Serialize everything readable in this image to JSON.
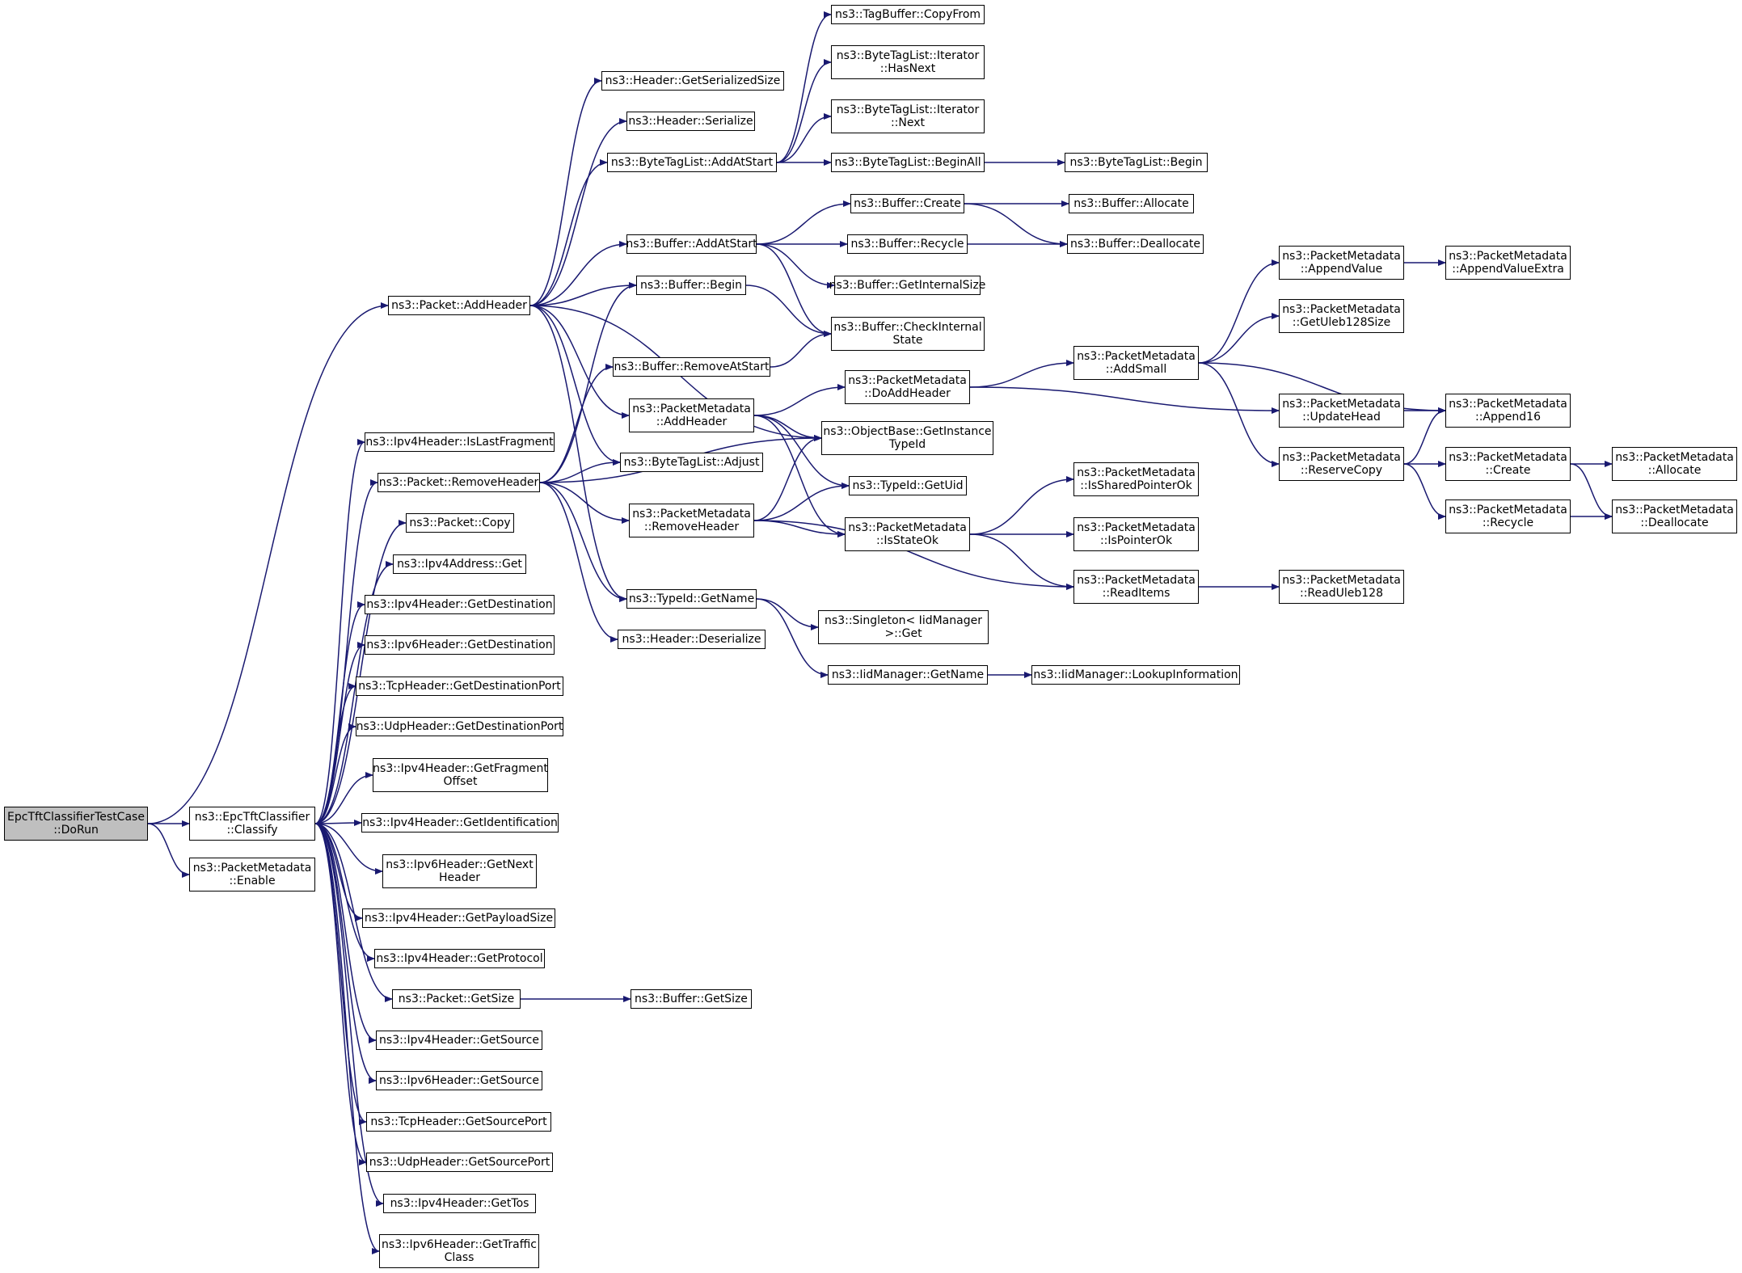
{
  "colors": {
    "edge": "#191970",
    "node_border": "#000000",
    "root_fill": "#bfbfbf",
    "node_fill": "#ffffff"
  },
  "nodes": [
    {
      "id": "dorun",
      "lines": [
        "EpcTftClassifierTestCase",
        "::DoRun"
      ],
      "root": true
    },
    {
      "id": "classify",
      "lines": [
        "ns3::EpcTftClassifier",
        "::Classify"
      ]
    },
    {
      "id": "pm_enable",
      "lines": [
        "ns3::PacketMetadata",
        "::Enable"
      ]
    },
    {
      "id": "addheader",
      "lines": [
        "ns3::Packet::AddHeader"
      ]
    },
    {
      "id": "removeheader",
      "lines": [
        "ns3::Packet::RemoveHeader"
      ]
    },
    {
      "id": "islastfrag",
      "lines": [
        "ns3::Ipv4Header::IsLastFragment"
      ]
    },
    {
      "id": "copy",
      "lines": [
        "ns3::Packet::Copy"
      ]
    },
    {
      "id": "ipv4addr_get",
      "lines": [
        "ns3::Ipv4Address::Get"
      ]
    },
    {
      "id": "ipv4_getdest",
      "lines": [
        "ns3::Ipv4Header::GetDestination"
      ]
    },
    {
      "id": "ipv6_getdest",
      "lines": [
        "ns3::Ipv6Header::GetDestination"
      ]
    },
    {
      "id": "tcp_getdestport",
      "lines": [
        "ns3::TcpHeader::GetDestinationPort"
      ]
    },
    {
      "id": "udp_getdestport",
      "lines": [
        "ns3::UdpHeader::GetDestinationPort"
      ]
    },
    {
      "id": "ipv4_getfragoff",
      "lines": [
        "ns3::Ipv4Header::GetFragment",
        "Offset"
      ]
    },
    {
      "id": "ipv4_getident",
      "lines": [
        "ns3::Ipv4Header::GetIdentification"
      ]
    },
    {
      "id": "ipv6_getnexthdr",
      "lines": [
        "ns3::Ipv6Header::GetNext",
        "Header"
      ]
    },
    {
      "id": "ipv4_getpayload",
      "lines": [
        "ns3::Ipv4Header::GetPayloadSize"
      ]
    },
    {
      "id": "ipv4_getproto",
      "lines": [
        "ns3::Ipv4Header::GetProtocol"
      ]
    },
    {
      "id": "packet_getsize",
      "lines": [
        "ns3::Packet::GetSize"
      ]
    },
    {
      "id": "buffer_getsize",
      "lines": [
        "ns3::Buffer::GetSize"
      ]
    },
    {
      "id": "ipv4_getsource",
      "lines": [
        "ns3::Ipv4Header::GetSource"
      ]
    },
    {
      "id": "ipv6_getsource",
      "lines": [
        "ns3::Ipv6Header::GetSource"
      ]
    },
    {
      "id": "tcp_getsrcport",
      "lines": [
        "ns3::TcpHeader::GetSourcePort"
      ]
    },
    {
      "id": "udp_getsrcport",
      "lines": [
        "ns3::UdpHeader::GetSourcePort"
      ]
    },
    {
      "id": "ipv4_gettos",
      "lines": [
        "ns3::Ipv4Header::GetTos"
      ]
    },
    {
      "id": "ipv6_gettraffic",
      "lines": [
        "ns3::Ipv6Header::GetTraffic",
        "Class"
      ]
    },
    {
      "id": "hdr_getser",
      "lines": [
        "ns3::Header::GetSerializedSize"
      ]
    },
    {
      "id": "hdr_serialize",
      "lines": [
        "ns3::Header::Serialize"
      ]
    },
    {
      "id": "btl_addatstart",
      "lines": [
        "ns3::ByteTagList::AddAtStart"
      ]
    },
    {
      "id": "buf_addatstart",
      "lines": [
        "ns3::Buffer::AddAtStart"
      ]
    },
    {
      "id": "buf_begin",
      "lines": [
        "ns3::Buffer::Begin"
      ]
    },
    {
      "id": "buf_removeatstart",
      "lines": [
        "ns3::Buffer::RemoveAtStart"
      ]
    },
    {
      "id": "pm_addheader",
      "lines": [
        "ns3::PacketMetadata",
        "::AddHeader"
      ]
    },
    {
      "id": "btl_adjust",
      "lines": [
        "ns3::ByteTagList::Adjust"
      ]
    },
    {
      "id": "pm_removeheader",
      "lines": [
        "ns3::PacketMetadata",
        "::RemoveHeader"
      ]
    },
    {
      "id": "typeid_getname",
      "lines": [
        "ns3::TypeId::GetName"
      ]
    },
    {
      "id": "hdr_deserialize",
      "lines": [
        "ns3::Header::Deserialize"
      ]
    },
    {
      "id": "tagbuf_copyfrom",
      "lines": [
        "ns3::TagBuffer::CopyFrom"
      ]
    },
    {
      "id": "btl_it_hasnext",
      "lines": [
        "ns3::ByteTagList::Iterator",
        "::HasNext"
      ]
    },
    {
      "id": "btl_it_next",
      "lines": [
        "ns3::ByteTagList::Iterator",
        "::Next"
      ]
    },
    {
      "id": "btl_beginall",
      "lines": [
        "ns3::ByteTagList::BeginAll"
      ]
    },
    {
      "id": "btl_begin",
      "lines": [
        "ns3::ByteTagList::Begin"
      ]
    },
    {
      "id": "buf_create",
      "lines": [
        "ns3::Buffer::Create"
      ]
    },
    {
      "id": "buf_allocate",
      "lines": [
        "ns3::Buffer::Allocate"
      ]
    },
    {
      "id": "buf_recycle",
      "lines": [
        "ns3::Buffer::Recycle"
      ]
    },
    {
      "id": "buf_deallocate",
      "lines": [
        "ns3::Buffer::Deallocate"
      ]
    },
    {
      "id": "buf_getinternal",
      "lines": [
        "ns3::Buffer::GetInternalSize"
      ]
    },
    {
      "id": "buf_checkinternal",
      "lines": [
        "ns3::Buffer::CheckInternal",
        "State"
      ]
    },
    {
      "id": "pm_doaddheader",
      "lines": [
        "ns3::PacketMetadata",
        "::DoAddHeader"
      ]
    },
    {
      "id": "ob_getinstance",
      "lines": [
        "ns3::ObjectBase::GetInstance",
        "TypeId"
      ]
    },
    {
      "id": "typeid_getuid",
      "lines": [
        "ns3::TypeId::GetUid"
      ]
    },
    {
      "id": "pm_isstateok",
      "lines": [
        "ns3::PacketMetadata",
        "::IsStateOk"
      ]
    },
    {
      "id": "singleton_get",
      "lines": [
        "ns3::Singleton< IidManager",
        ">::Get"
      ]
    },
    {
      "id": "iid_getname",
      "lines": [
        "ns3::IidManager::GetName"
      ]
    },
    {
      "id": "iid_lookup",
      "lines": [
        "ns3::IidManager::LookupInformation"
      ]
    },
    {
      "id": "pm_addsmall",
      "lines": [
        "ns3::PacketMetadata",
        "::AddSmall"
      ]
    },
    {
      "id": "pm_issharedptrok",
      "lines": [
        "ns3::PacketMetadata",
        "::IsSharedPointerOk"
      ]
    },
    {
      "id": "pm_isptrok",
      "lines": [
        "ns3::PacketMetadata",
        "::IsPointerOk"
      ]
    },
    {
      "id": "pm_readitems",
      "lines": [
        "ns3::PacketMetadata",
        "::ReadItems"
      ]
    },
    {
      "id": "pm_appendvalue",
      "lines": [
        "ns3::PacketMetadata",
        "::AppendValue"
      ]
    },
    {
      "id": "pm_getuleb",
      "lines": [
        "ns3::PacketMetadata",
        "::GetUleb128Size"
      ]
    },
    {
      "id": "pm_updatehead",
      "lines": [
        "ns3::PacketMetadata",
        "::UpdateHead"
      ]
    },
    {
      "id": "pm_reservecopy",
      "lines": [
        "ns3::PacketMetadata",
        "::ReserveCopy"
      ]
    },
    {
      "id": "pm_readuleb",
      "lines": [
        "ns3::PacketMetadata",
        "::ReadUleb128"
      ]
    },
    {
      "id": "pm_appendvalueextra",
      "lines": [
        "ns3::PacketMetadata",
        "::AppendValueExtra"
      ]
    },
    {
      "id": "pm_append16",
      "lines": [
        "ns3::PacketMetadata",
        "::Append16"
      ]
    },
    {
      "id": "pm_create",
      "lines": [
        "ns3::PacketMetadata",
        "::Create"
      ]
    },
    {
      "id": "pm_recycle",
      "lines": [
        "ns3::PacketMetadata",
        "::Recycle"
      ]
    },
    {
      "id": "pm_allocate",
      "lines": [
        "ns3::PacketMetadata",
        "::Allocate"
      ]
    },
    {
      "id": "pm_deallocate",
      "lines": [
        "ns3::PacketMetadata",
        "::Deallocate"
      ]
    }
  ],
  "edges": [
    [
      "dorun",
      "classify"
    ],
    [
      "dorun",
      "pm_enable"
    ],
    [
      "dorun",
      "addheader"
    ],
    [
      "classify",
      "removeheader"
    ],
    [
      "classify",
      "islastfrag"
    ],
    [
      "classify",
      "copy"
    ],
    [
      "classify",
      "ipv4addr_get"
    ],
    [
      "classify",
      "ipv4_getdest"
    ],
    [
      "classify",
      "ipv6_getdest"
    ],
    [
      "classify",
      "tcp_getdestport"
    ],
    [
      "classify",
      "udp_getdestport"
    ],
    [
      "classify",
      "ipv4_getfragoff"
    ],
    [
      "classify",
      "ipv4_getident"
    ],
    [
      "classify",
      "ipv6_getnexthdr"
    ],
    [
      "classify",
      "ipv4_getpayload"
    ],
    [
      "classify",
      "ipv4_getproto"
    ],
    [
      "classify",
      "packet_getsize"
    ],
    [
      "classify",
      "ipv4_getsource"
    ],
    [
      "classify",
      "ipv6_getsource"
    ],
    [
      "classify",
      "tcp_getsrcport"
    ],
    [
      "classify",
      "udp_getsrcport"
    ],
    [
      "classify",
      "ipv4_gettos"
    ],
    [
      "classify",
      "ipv6_gettraffic"
    ],
    [
      "addheader",
      "hdr_getser"
    ],
    [
      "addheader",
      "hdr_serialize"
    ],
    [
      "addheader",
      "btl_addatstart"
    ],
    [
      "addheader",
      "buf_addatstart"
    ],
    [
      "addheader",
      "buf_begin"
    ],
    [
      "addheader",
      "pm_addheader"
    ],
    [
      "addheader",
      "btl_adjust"
    ],
    [
      "addheader",
      "ob_getinstance"
    ],
    [
      "addheader",
      "typeid_getname"
    ],
    [
      "removeheader",
      "hdr_deserialize"
    ],
    [
      "removeheader",
      "buf_removeatstart"
    ],
    [
      "removeheader",
      "buf_begin"
    ],
    [
      "removeheader",
      "btl_adjust"
    ],
    [
      "removeheader",
      "pm_removeheader"
    ],
    [
      "removeheader",
      "ob_getinstance"
    ],
    [
      "removeheader",
      "typeid_getname"
    ],
    [
      "packet_getsize",
      "buffer_getsize"
    ],
    [
      "btl_addatstart",
      "tagbuf_copyfrom"
    ],
    [
      "btl_addatstart",
      "btl_it_hasnext"
    ],
    [
      "btl_addatstart",
      "btl_it_next"
    ],
    [
      "btl_addatstart",
      "btl_beginall"
    ],
    [
      "btl_beginall",
      "btl_begin"
    ],
    [
      "buf_addatstart",
      "buf_create"
    ],
    [
      "buf_addatstart",
      "buf_recycle"
    ],
    [
      "buf_addatstart",
      "buf_getinternal"
    ],
    [
      "buf_addatstart",
      "buf_checkinternal"
    ],
    [
      "buf_create",
      "buf_allocate"
    ],
    [
      "buf_create",
      "buf_deallocate"
    ],
    [
      "buf_recycle",
      "buf_deallocate"
    ],
    [
      "buf_begin",
      "buf_checkinternal"
    ],
    [
      "buf_removeatstart",
      "buf_checkinternal"
    ],
    [
      "pm_addheader",
      "pm_doaddheader"
    ],
    [
      "pm_addheader",
      "ob_getinstance"
    ],
    [
      "pm_addheader",
      "typeid_getuid"
    ],
    [
      "pm_addheader",
      "pm_isstateok"
    ],
    [
      "pm_removeheader",
      "ob_getinstance"
    ],
    [
      "pm_removeheader",
      "typeid_getuid"
    ],
    [
      "pm_removeheader",
      "pm_isstateok"
    ],
    [
      "pm_removeheader",
      "pm_readitems"
    ],
    [
      "typeid_getname",
      "singleton_get"
    ],
    [
      "typeid_getname",
      "iid_getname"
    ],
    [
      "iid_getname",
      "iid_lookup"
    ],
    [
      "pm_doaddheader",
      "pm_addsmall"
    ],
    [
      "pm_doaddheader",
      "pm_updatehead"
    ],
    [
      "pm_isstateok",
      "pm_issharedptrok"
    ],
    [
      "pm_isstateok",
      "pm_isptrok"
    ],
    [
      "pm_isstateok",
      "pm_readitems"
    ],
    [
      "pm_addsmall",
      "pm_appendvalue"
    ],
    [
      "pm_addsmall",
      "pm_getuleb"
    ],
    [
      "pm_addsmall",
      "pm_append16"
    ],
    [
      "pm_addsmall",
      "pm_reservecopy"
    ],
    [
      "pm_appendvalue",
      "pm_appendvalueextra"
    ],
    [
      "pm_updatehead",
      "pm_append16"
    ],
    [
      "pm_reservecopy",
      "pm_append16"
    ],
    [
      "pm_reservecopy",
      "pm_create"
    ],
    [
      "pm_reservecopy",
      "pm_recycle"
    ],
    [
      "pm_create",
      "pm_allocate"
    ],
    [
      "pm_create",
      "pm_deallocate"
    ],
    [
      "pm_recycle",
      "pm_deallocate"
    ],
    [
      "pm_readitems",
      "pm_readuleb"
    ]
  ]
}
